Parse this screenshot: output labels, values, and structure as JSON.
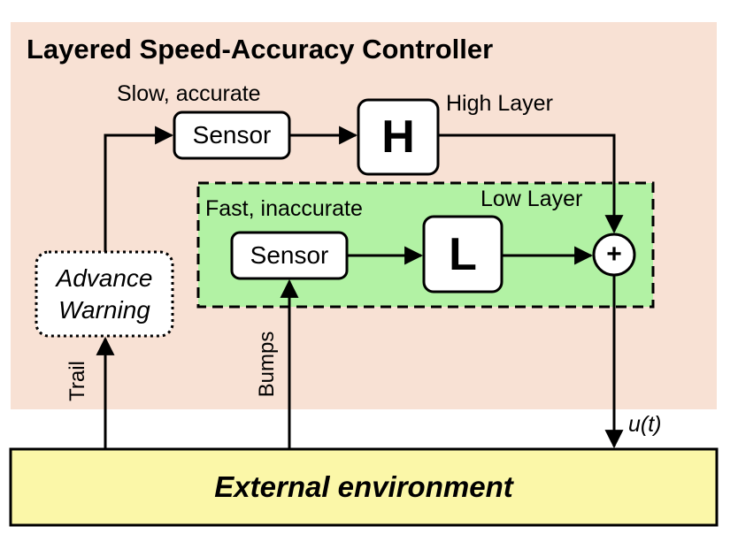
{
  "title": "Layered Speed-Accuracy Controller",
  "high_layer": {
    "annotation": "Slow, accurate",
    "sensor_label": "Sensor",
    "block_label": "H",
    "layer_label": "High Layer"
  },
  "low_layer": {
    "annotation": "Fast, inaccurate",
    "sensor_label": "Sensor",
    "block_label": "L",
    "layer_label": "Low Layer"
  },
  "advance_warning": {
    "line1": "Advance",
    "line2": "Warning"
  },
  "sum_symbol": "+",
  "inputs": {
    "trail": "Trail",
    "bumps": "Bumps"
  },
  "output_label": "u(t)",
  "environment_label": "External environment",
  "colors": {
    "controller_bg": "#f8e1d4",
    "low_layer_bg": "#b2f2a4",
    "environment_bg": "#fbf7a8"
  }
}
